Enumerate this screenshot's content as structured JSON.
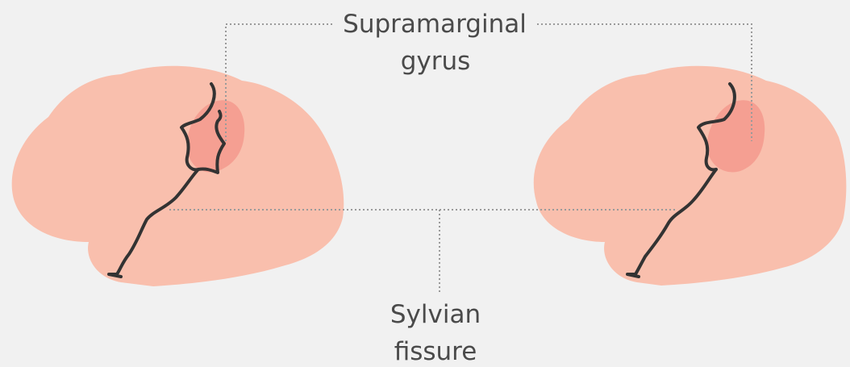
{
  "labels": {
    "supramarginal_line1": "Supramarginal",
    "supramarginal_line2": "gyrus",
    "sylvian_line1": "Sylvian",
    "sylvian_line2": "fissure"
  },
  "colors": {
    "background": "#f1f1f1",
    "brain": "#f9bfad",
    "gyrus_highlight": "#f4998d",
    "fissure_line": "#333333",
    "leader_line": "#9a9a9a",
    "text": "#4a4a4a"
  }
}
